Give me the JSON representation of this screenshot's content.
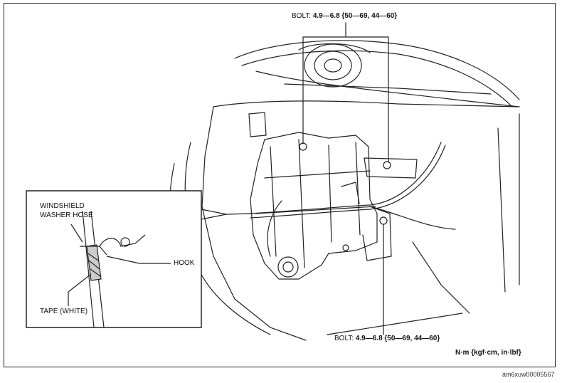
{
  "labels": {
    "bolt_top_prefix": "BOLT: ",
    "bolt_top_value": "4.9—6.8 {50—69, 44—60}",
    "bolt_bottom_prefix": "BOLT: ",
    "bolt_bottom_value": "4.9—6.8 {50—69, 44—60}",
    "hose_line1": "WINDSHIELD",
    "hose_line2": "WASHER HOSE",
    "hook": "HOOK",
    "tape": "TAPE (WHITE)",
    "units": "N·m {kgf·cm, in·lbf}",
    "figure_code": "am6xuw00005567"
  }
}
